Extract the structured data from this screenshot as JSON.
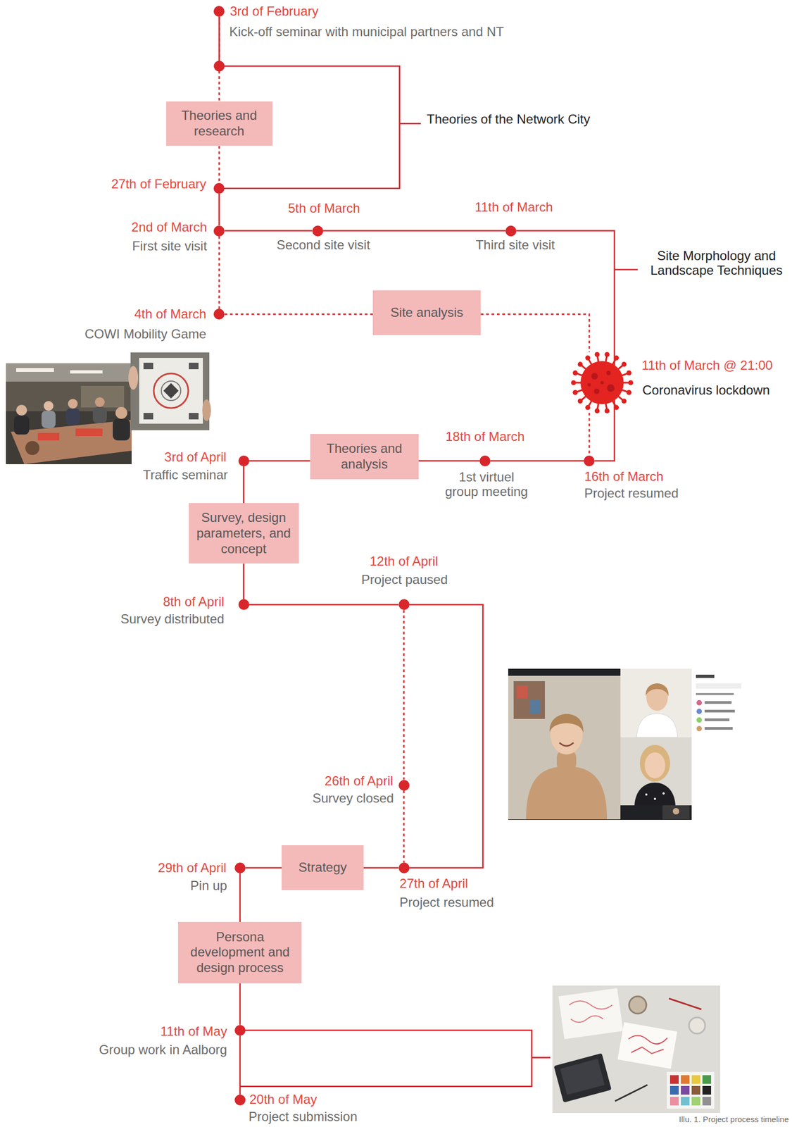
{
  "diagram": {
    "caption": "Illu. 1. Project process timeline",
    "nodes": [
      {
        "text": [
          "3rd of February",
          "Kick-off seminar with municipal partners and NT"
        ]
      },
      {
        "text": [
          "Theories and research"
        ]
      },
      {
        "text": [
          "27th of February"
        ]
      },
      {
        "text": [
          "2nd of March",
          "First site visit"
        ]
      },
      {
        "text": [
          "5th of March",
          "Second site visit"
        ]
      },
      {
        "text": [
          "11th of March",
          "Third site visit"
        ]
      },
      {
        "text": [
          "4th of March",
          "COWI Mobility Game"
        ]
      },
      {
        "text": [
          "Site analysis"
        ]
      },
      {
        "text": [
          "11th of March @ 21:00",
          "Coronavirus lockdown"
        ]
      },
      {
        "text": [
          "16th of March",
          "Project resumed"
        ]
      },
      {
        "text": [
          "18th of March",
          "1st virtuel group meeting"
        ]
      },
      {
        "text": [
          "Theories and analysis"
        ]
      },
      {
        "text": [
          "3rd of April",
          "Traffic seminar"
        ]
      },
      {
        "text": [
          "Survey, design parameters, and concept"
        ]
      },
      {
        "text": [
          "8th of April",
          "Survey distributed"
        ]
      },
      {
        "text": [
          "12th of April",
          "Project paused"
        ]
      },
      {
        "text": [
          "26th of April",
          "Survey closed"
        ]
      },
      {
        "text": [
          "27th of April",
          "Project resumed"
        ]
      },
      {
        "text": [
          "Strategy"
        ]
      },
      {
        "text": [
          "29th of April",
          "Pin up"
        ]
      },
      {
        "text": [
          "Persona development and design process"
        ]
      },
      {
        "text": [
          "11th of May",
          "Group work in Aalborg"
        ]
      },
      {
        "text": [
          "20th of May",
          "Project submission"
        ]
      }
    ],
    "edges": [
      {
        "from": 0,
        "to": 1,
        "arrow": "none"
      },
      {
        "from": 1,
        "to": 2,
        "arrow": "none"
      },
      {
        "from": 2,
        "to": 3,
        "arrow": "none"
      },
      {
        "from": 3,
        "to": 4,
        "arrow": "none"
      },
      {
        "from": 4,
        "to": 5,
        "arrow": "none"
      },
      {
        "from": 5,
        "to": 9,
        "arrow": "none"
      },
      {
        "from": 3,
        "to": 6,
        "arrow": "none"
      },
      {
        "from": 6,
        "to": 7,
        "arrow": "none"
      },
      {
        "from": 7,
        "to": 8,
        "arrow": "none"
      },
      {
        "from": 8,
        "to": 9,
        "arrow": "none"
      },
      {
        "from": 9,
        "to": 10,
        "arrow": "none"
      },
      {
        "from": 10,
        "to": 11,
        "arrow": "none"
      },
      {
        "from": 11,
        "to": 12,
        "arrow": "none"
      },
      {
        "from": 12,
        "to": 13,
        "arrow": "none"
      },
      {
        "from": 13,
        "to": 14,
        "arrow": "none"
      },
      {
        "from": 14,
        "to": 15,
        "arrow": "none"
      },
      {
        "from": 15,
        "to": 16,
        "arrow": "none"
      },
      {
        "from": 16,
        "to": 17,
        "arrow": "none"
      },
      {
        "from": 15,
        "to": 17,
        "arrow": "none"
      },
      {
        "from": 17,
        "to": 18,
        "arrow": "none"
      },
      {
        "from": 18,
        "to": 19,
        "arrow": "none"
      },
      {
        "from": 19,
        "to": 20,
        "arrow": "none"
      },
      {
        "from": 20,
        "to": 21,
        "arrow": "none"
      },
      {
        "from": 21,
        "to": 22,
        "arrow": "none"
      }
    ],
    "labels": [
      "Theories of the Network City",
      "Site Morphology and Landscape Techniques"
    ]
  }
}
